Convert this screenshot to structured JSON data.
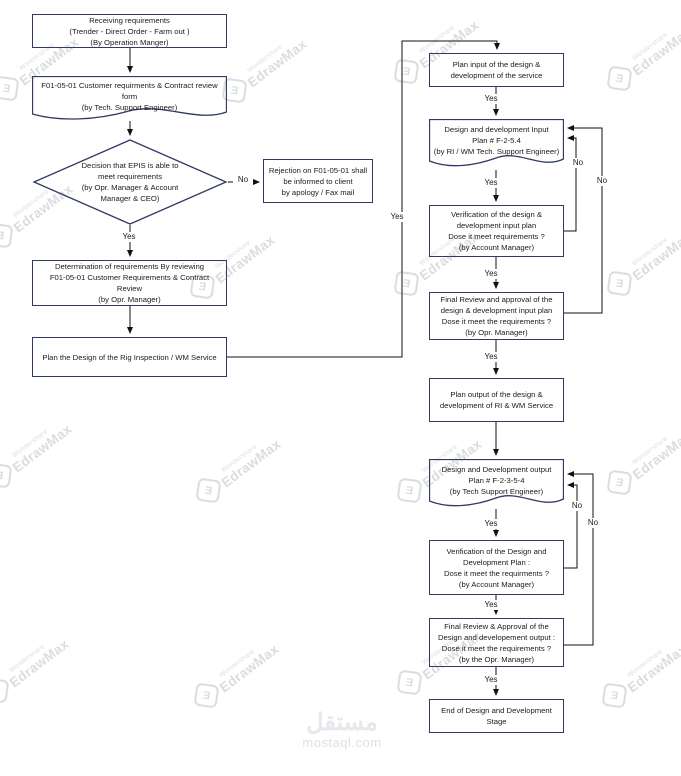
{
  "watermark": {
    "brand_small": "Wondershare",
    "brand_large": "EdrawMax",
    "footer_ar": "مستقل",
    "footer_domain": "mostaql.com"
  },
  "labels": {
    "yes": "Yes",
    "no": "No"
  },
  "colors": {
    "node_border": "#2f3b66",
    "connector": "#111111",
    "watermark_gray": "#d8dade"
  },
  "nodes": {
    "receiving": {
      "label": "Receiving requirements\n(Trender - Direct Order - Farm out )\n(By Operation Manger)"
    },
    "contract_form": {
      "label": "F01-05-01 Customer requirments & Contract review\nform\n(by Tech. Support Engineer)"
    },
    "decision_epis": {
      "label": "Decision that EPIS is able to\nmeet requirements\n(by Opr. Manager & Account\nManager & CEO)"
    },
    "rejection": {
      "label": "Rejection on F01-05-01 shall\nbe informed to client\nby apology / Fax mail"
    },
    "determination": {
      "label": "Determination of requirements By reviewing\nF01-05-01 Customer Requirements & Contract\nReview\n(by Opr. Manager)"
    },
    "plan_design": {
      "label": "Plan the Design of the Rig Inspection / WM Service"
    },
    "plan_input": {
      "label": "Plan input of the design &\ndevelopment of the service"
    },
    "dd_input_plan": {
      "label": "Design and development Input\nPlan # F-2-5.4\n(by RI / WM Tech. Support Engineer)"
    },
    "verify_input": {
      "label": "Verification of the design &\ndevelopment input plan\nDose it meet requirements ?\n(by Account Manager)"
    },
    "final_review_input": {
      "label": "Final Review and approval of the\ndesign & development input plan\nDose it meet the requirements ?\n(by Opr. Manager)"
    },
    "plan_output": {
      "label": "Plan output of the design &\ndevelopment of RI & WM Service"
    },
    "dd_output_plan": {
      "label": "Design and Development output\nPlan # F-2-3-5-4\n(by Tech Support Engineer)"
    },
    "verify_output": {
      "label": "Verification of the Design and\nDevelopment Plan :\nDose it meet the requirments ?\n(by Account Manager)"
    },
    "final_review_output": {
      "label": "Final Review & Approval of the\nDesign and developement output :\nDose it meet the requirements ?\n(by the Opr. Manager)"
    },
    "end_stage": {
      "label": "End of Design and Development\nStage"
    }
  }
}
